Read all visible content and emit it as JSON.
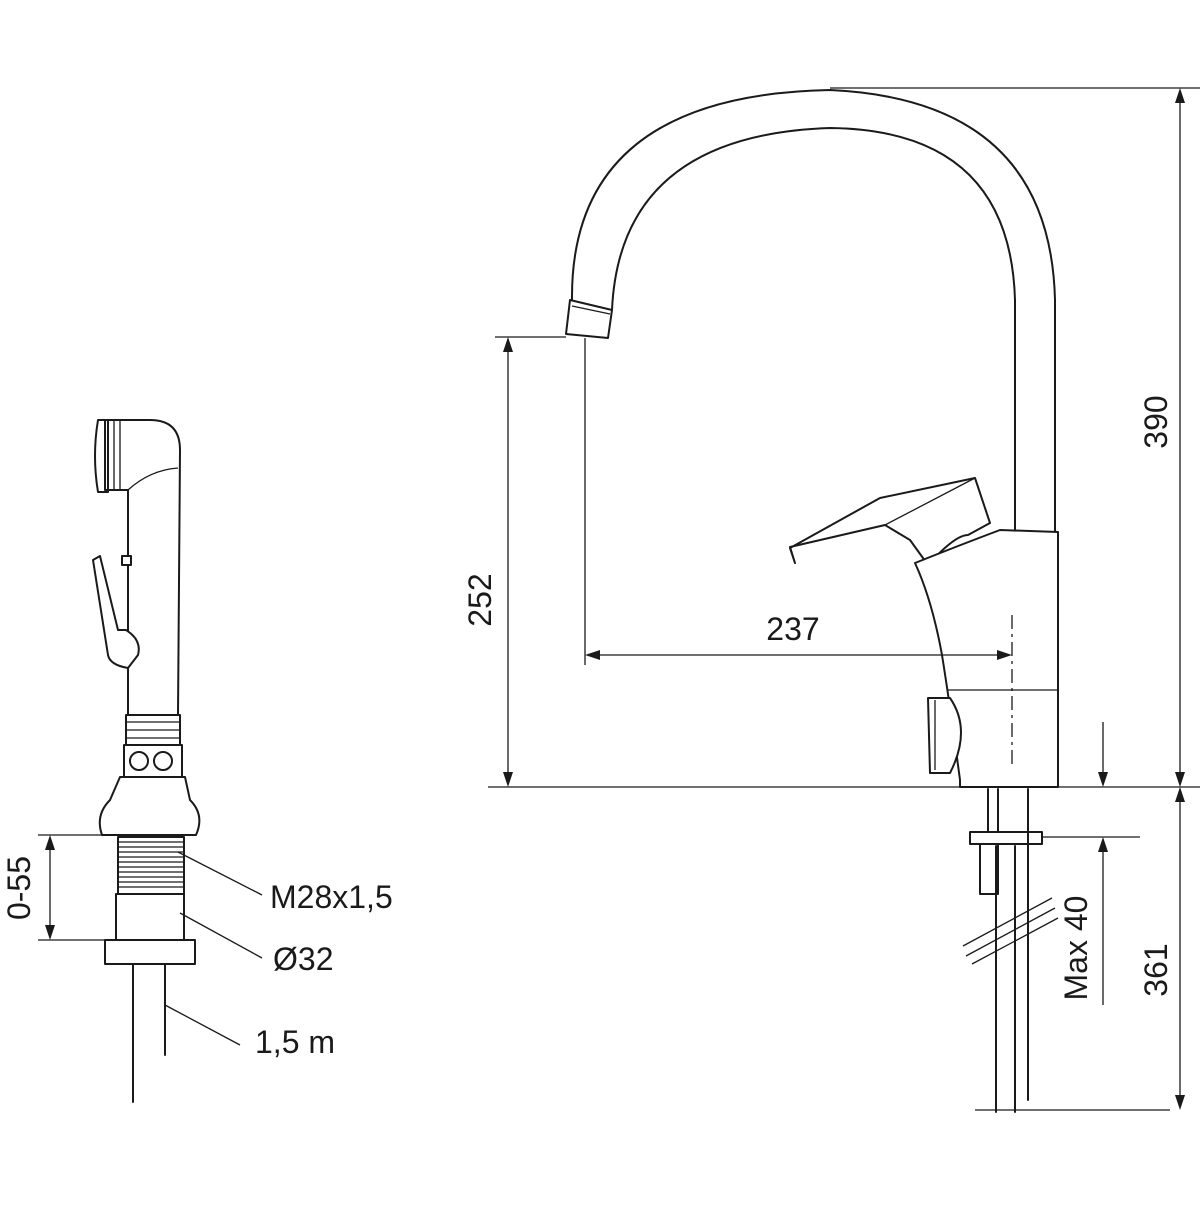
{
  "side_spray": {
    "labels": {
      "thread": "M28x1,5",
      "diameter": "Ø32",
      "hose": "1,5 m",
      "thickness": "0-55"
    }
  },
  "faucet": {
    "dimensions": {
      "total_height": "390",
      "spout_height": "252",
      "reach": "237",
      "max_counter": "Max 40",
      "below_counter": "361"
    }
  }
}
